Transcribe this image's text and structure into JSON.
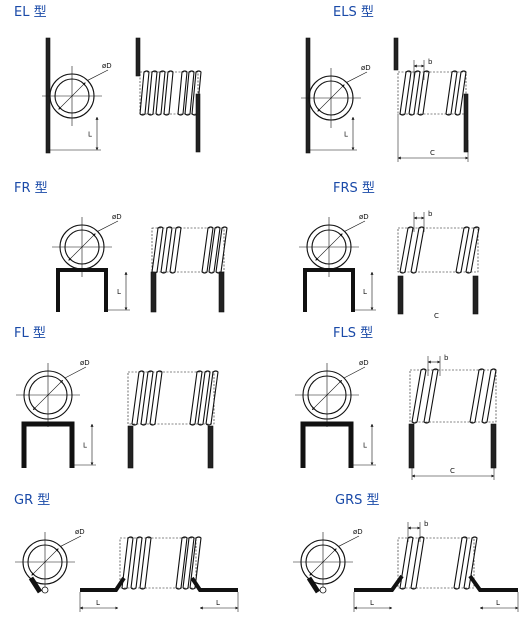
{
  "panels": [
    {
      "title": "EL 型",
      "diameter": "øD",
      "labels": [
        "L"
      ]
    },
    {
      "title": "ELS 型",
      "diameter": "øD",
      "labels": [
        "L",
        "b",
        "C"
      ]
    },
    {
      "title": "FR 型",
      "diameter": "øD",
      "labels": [
        "L"
      ]
    },
    {
      "title": "FRS 型",
      "diameter": "øD",
      "labels": [
        "L",
        "b",
        "C"
      ]
    },
    {
      "title": "FL 型",
      "diameter": "øD",
      "labels": [
        "L"
      ]
    },
    {
      "title": "FLS 型",
      "diameter": "øD",
      "labels": [
        "L",
        "b",
        "C"
      ]
    },
    {
      "title": "GR 型",
      "diameter": "øD",
      "labels": [
        "L",
        "L"
      ]
    },
    {
      "title": "GRS 型",
      "diameter": "øD",
      "labels": [
        "L",
        "b",
        "L"
      ]
    }
  ]
}
